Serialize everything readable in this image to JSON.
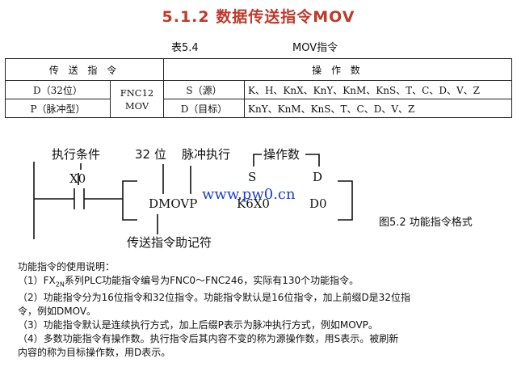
{
  "title": "5.1.2  数据传送指令MOV",
  "caption": {
    "label": "表5.4",
    "name": "MOV指令"
  },
  "table": {
    "header_left": "传 送 指 令",
    "header_right": "操 作 数",
    "row1_type": "D（32位）",
    "row2_type": "P（脉冲型）",
    "instruction": "FNC12\nMOV",
    "source_label": "S（源）",
    "source_operands": "K、H、KnX、KnY、KnM、KnS、T、C、D、V、Z",
    "dest_label": "D（目标）",
    "dest_operands": "KnY、KnM、KnS、T、C、D、V、Z"
  },
  "diagram": {
    "exec_condition": "执行条件",
    "bits32": "32 位",
    "pulse_exec": "脉冲执行",
    "operands": "操作数",
    "s": "S",
    "d": "D",
    "x0": "X0",
    "mnemonic_code": "DMOVP",
    "src_value": "K6X0",
    "dst_value": "D0",
    "mnemonic_label": "传送指令助记符",
    "watermark": "www.pw0.cn",
    "figure_caption": "图5.2  功能指令格式"
  },
  "notes": {
    "intro": "功能指令的使用说明：",
    "n1_pre": "（1）FX",
    "n1_sub": "2N",
    "n1_post": "系列PLC功能指令编号为FNC0～FNC246，实际有130个功能指令。",
    "n2a": "（2）功能指令分为16位指令和32位指令。功能指令默认是16位指令，加上前缀D是32位指",
    "n2b": "令，例如DMOV。",
    "n3": "（3）功能指令默认是连续执行方式，加上后缀P表示为脉冲执行方式，例如MOVP。",
    "n4a": "（4）多数功能指令有操作数。执行指令后其内容不变的称为源操作数，用S表示。被刷新",
    "n4b": "内容的称为目标操作数，用D表示。"
  }
}
